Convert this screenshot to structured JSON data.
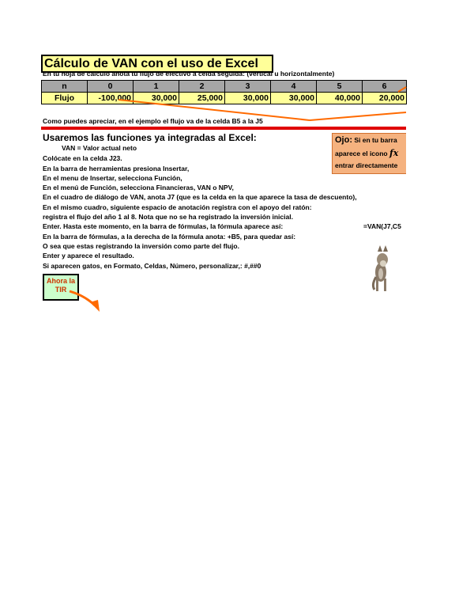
{
  "title": "Cálculo de VAN con el uso de Excel",
  "subtitle": "En tu hoja de cálculo anota tu flujo de efectivo a celda seguida: (vertical u horizontalmente)",
  "table": {
    "headers": [
      "n",
      "0",
      "1",
      "2",
      "3",
      "4",
      "5",
      "6"
    ],
    "row": [
      "Flujo",
      "-100,000",
      "30,000",
      "25,000",
      "30,000",
      "30,000",
      "40,000",
      "20,000"
    ]
  },
  "example_note": "Como puedes apreciar, en el ejemplo el flujo va de la celda B5 a la J5",
  "section_heading": "Usaremos las funciones ya integradas al Excel:",
  "van_def": "VAN =  Valor actual neto",
  "steps": [
    "Colócate en la celda J23.",
    "En la barra de herramientas presiona Insertar,",
    "En el menu de Insertar, selecciona Función,",
    "En el menú de Función, selecciona Financieras, VAN o NPV,",
    "En el cuadro de diálogo de VAN, anota J7 (que es la celda en la que aparece la tasa de descuento),",
    "En el mismo cuadro, siguiente espacio de anotación registra con el apoyo del ratón:",
    "registra el flujo del año 1 al 8. Nota que no se ha registrado la inversión inicial.",
    "Enter. Hasta este momento, en la barra de fórmulas, la fórmula aparece así:",
    "En la barra de fórmulas, a la derecha de la fórmula anota: +B5, para quedar así:",
    "O sea que estas registrando la inversión como parte del flujo.",
    "Enter y aparece el resultado.",
    "Si aparecen gatos, en Formato, Celdas, Número, personalizar,: #,##0"
  ],
  "formula_display": "=VAN(J7,C5",
  "ojo": {
    "label": "Ojo:",
    "line1": "Si en tu barra",
    "line2_prefix": "aparece el icono",
    "line2_icon": "fx",
    "line3": "entrar directamente"
  },
  "tir_button": "Ahora la TIR",
  "colors": {
    "title_bg": "#ffff99",
    "table_header_bg": "#a6a6a6",
    "red_rule": "#e00000",
    "arrow_orange": "#ff6a00",
    "ojo_bg": "#f5b27f",
    "tir_bg": "#ccffcc"
  },
  "icons": [
    "wolf-image",
    "arrow-icon"
  ]
}
